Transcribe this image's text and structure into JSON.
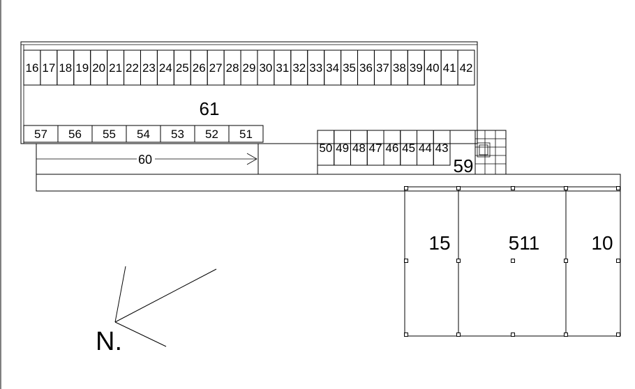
{
  "top_row_units": [
    "16",
    "17",
    "18",
    "19",
    "20",
    "21",
    "22",
    "23",
    "24",
    "25",
    "26",
    "27",
    "28",
    "29",
    "30",
    "31",
    "32",
    "33",
    "34",
    "35",
    "36",
    "37",
    "38",
    "39",
    "40",
    "41",
    "42"
  ],
  "lower_row_units": [
    "57",
    "56",
    "55",
    "54",
    "53",
    "52",
    "51"
  ],
  "east_row_units": [
    "50",
    "49",
    "48",
    "47",
    "46",
    "45",
    "44",
    "43"
  ],
  "labels": {
    "main_hall": "61",
    "corridor": "60",
    "stair_area": "59",
    "room_left": "15",
    "room_center": "511",
    "room_right": "10",
    "north": "N."
  }
}
